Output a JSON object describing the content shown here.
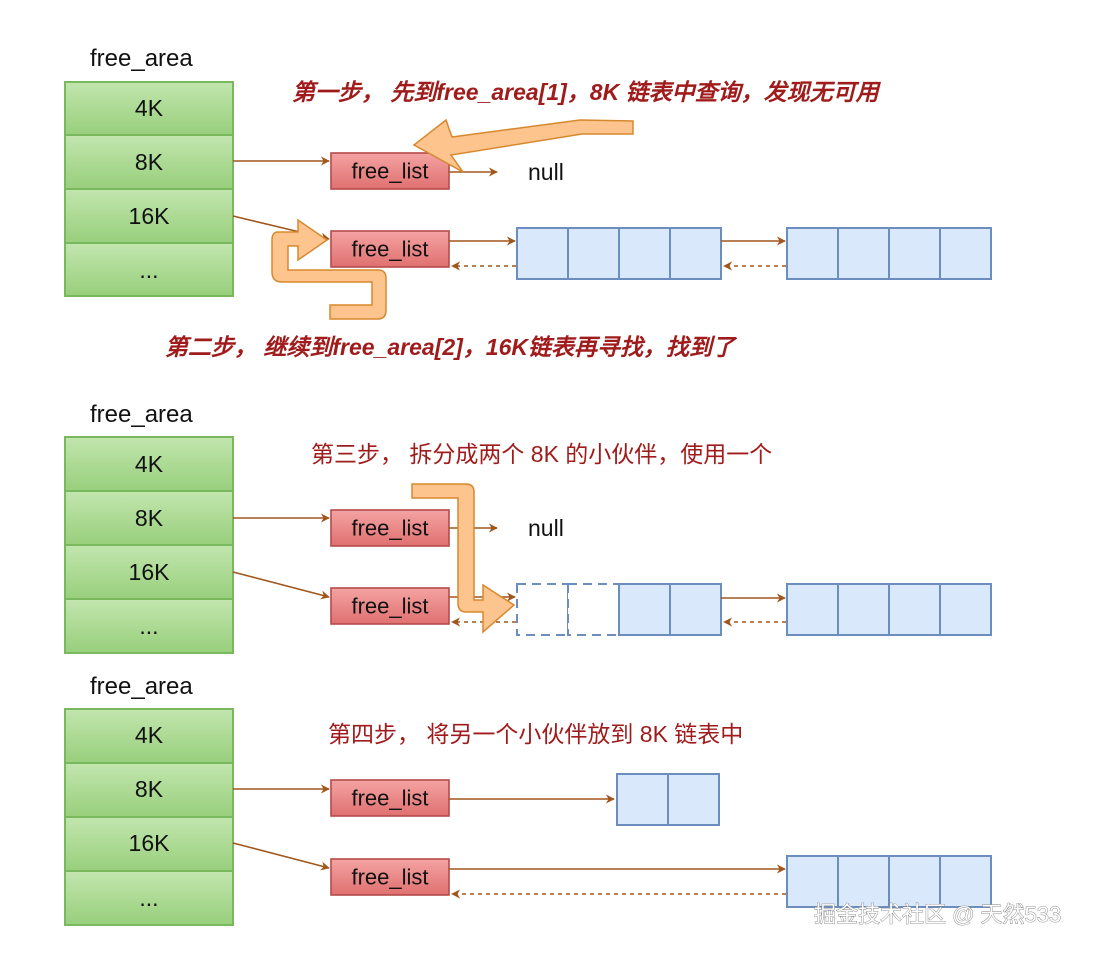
{
  "colors": {
    "area_fill": "#a9d88f",
    "area_stroke": "#7ab85e",
    "freelist_fill": "#e88080",
    "freelist_stroke": "#b54a4a",
    "block_fill": "#dae8fc",
    "block_stroke": "#6c8ebf",
    "arrow": "#a0561c",
    "callout_fill": "#fdc58d",
    "callout_stroke": "#d6882f",
    "step_text": "#a01c1c"
  },
  "panels": [
    {
      "area_title": "free_area",
      "cells": [
        "4K",
        "8K",
        "16K",
        "..."
      ],
      "freelists": [
        {
          "label": "free_list",
          "next": "null"
        },
        {
          "label": "free_list"
        }
      ],
      "step": {
        "text": "第一步， 先到free_area[1]，8K 链表中查询，发现无可用",
        "italic": true
      },
      "step2": {
        "text": "第二步， 继续到free_area[2]，16K链表再寻找，找到了",
        "italic": true
      },
      "row1_blocks": [],
      "row2_blocks": [
        [
          {
            "dashed": false
          },
          {
            "dashed": false
          },
          {
            "dashed": false
          },
          {
            "dashed": false
          }
        ],
        [
          {
            "dashed": false
          },
          {
            "dashed": false
          },
          {
            "dashed": false
          },
          {
            "dashed": false
          }
        ]
      ]
    },
    {
      "area_title": "free_area",
      "cells": [
        "4K",
        "8K",
        "16K",
        "..."
      ],
      "freelists": [
        {
          "label": "free_list",
          "next": "null"
        },
        {
          "label": "free_list"
        }
      ],
      "step": {
        "text": "第三步， 拆分成两个 8K 的小伙伴，使用一个",
        "italic": false
      },
      "row1_blocks": [],
      "row2_blocks": [
        [
          {
            "dashed": true
          },
          {
            "dashed": true
          },
          {
            "dashed": false
          },
          {
            "dashed": false
          }
        ],
        [
          {
            "dashed": false
          },
          {
            "dashed": false
          },
          {
            "dashed": false
          },
          {
            "dashed": false
          }
        ]
      ]
    },
    {
      "area_title": "free_area",
      "cells": [
        "4K",
        "8K",
        "16K",
        "..."
      ],
      "freelists": [
        {
          "label": "free_list"
        },
        {
          "label": "free_list"
        }
      ],
      "step": {
        "text": "第四步， 将另一个小伙伴放到 8K 链表中",
        "italic": false
      },
      "row1_blocks": [
        [
          {
            "dashed": false
          },
          {
            "dashed": false
          }
        ]
      ],
      "row2_blocks": [
        [
          {
            "dashed": false
          },
          {
            "dashed": false
          },
          {
            "dashed": false
          },
          {
            "dashed": false
          }
        ]
      ]
    }
  ],
  "watermark": "掘金技术社区 @ 天然533"
}
